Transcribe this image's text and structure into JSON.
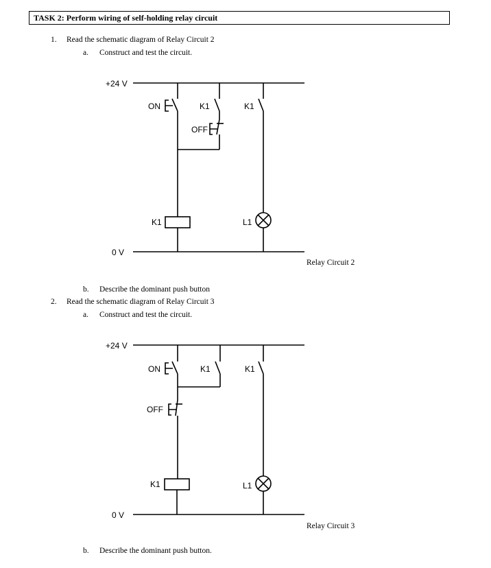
{
  "task": {
    "title": "TASK 2: Perform wiring of self-holding relay circuit"
  },
  "items": [
    {
      "num": "1.",
      "text": "Read the schematic diagram of Relay Circuit 2",
      "a_label": "a.",
      "a_text": "Construct and test the circuit.",
      "b_label": "b.",
      "b_text": "Describe the dominant push button",
      "caption": "Relay Circuit 2"
    },
    {
      "num": "2.",
      "text": "Read the schematic diagram of Relay Circuit 3",
      "a_label": "a.",
      "a_text": "Construct and test the circuit.",
      "b_label": "b.",
      "b_text": "Describe the dominant push button.",
      "caption": "Relay Circuit 3"
    }
  ],
  "circuit_labels": {
    "supply": "+24 V",
    "ground": "0 V",
    "on": "ON",
    "off": "OFF",
    "k1": "K1",
    "l1": "L1"
  }
}
